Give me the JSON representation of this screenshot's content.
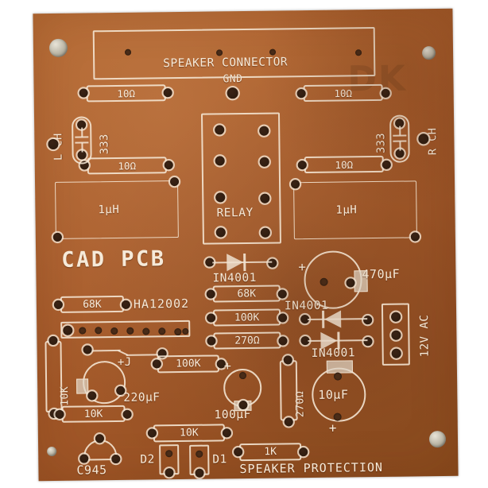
{
  "board": {
    "name": "speaker-protection-pcb",
    "substrate_color": "#a85c2b",
    "silkscreen_color": "#f6ead9",
    "pad_color": "#e6d4bd",
    "background_color": "#ffffff",
    "watermark": "DK"
  },
  "titles": {
    "brand": "CAD PCB",
    "function": "SPEAKER PROTECTION"
  },
  "connectors": [
    {
      "id": "speaker-connector",
      "label": "SPEAKER CONNECTOR",
      "pins": 4
    },
    {
      "id": "power-connector",
      "label": "12V AC",
      "pins": 3
    },
    {
      "id": "gnd-pad",
      "label": "GND",
      "pins": 1
    },
    {
      "id": "left-channel-pad",
      "label": "L CH",
      "pins": 1
    },
    {
      "id": "right-channel-pad",
      "label": "R CH",
      "pins": 1
    }
  ],
  "components": {
    "resistors": [
      {
        "ref": "r-10ohm-tl",
        "value": "10Ω"
      },
      {
        "ref": "r-10ohm-tr",
        "value": "10Ω"
      },
      {
        "ref": "r-10ohm-bl",
        "value": "10Ω"
      },
      {
        "ref": "r-10ohm-br",
        "value": "10Ω"
      },
      {
        "ref": "r-68k-left",
        "value": "68K"
      },
      {
        "ref": "r-68k-mid",
        "value": "68K"
      },
      {
        "ref": "r-100k-mid",
        "value": "100K"
      },
      {
        "ref": "r-270ohm-mid",
        "value": "270Ω"
      },
      {
        "ref": "r-100k-low",
        "value": "100K"
      },
      {
        "ref": "r-10k-vert",
        "value": "10K"
      },
      {
        "ref": "r-10k-low",
        "value": "10K"
      },
      {
        "ref": "r-10k-bottom",
        "value": "10K"
      },
      {
        "ref": "r-270ohm-vert",
        "value": "270Ω"
      },
      {
        "ref": "r-1k-bottom",
        "value": "1K"
      }
    ],
    "capacitors": [
      {
        "ref": "c-333-left",
        "value": "333"
      },
      {
        "ref": "c-333-right",
        "value": "333"
      },
      {
        "ref": "c-220uf",
        "value": "220µF",
        "polarity": "+"
      },
      {
        "ref": "c-100uf",
        "value": "100µF",
        "polarity": "+"
      },
      {
        "ref": "c-470uf",
        "value": "470µF",
        "polarity": "+"
      },
      {
        "ref": "c-10uf",
        "value": "10µF",
        "polarity": "+"
      }
    ],
    "inductors": [
      {
        "ref": "l-left",
        "value": "1µH"
      },
      {
        "ref": "l-right",
        "value": "1µH"
      }
    ],
    "diodes": [
      {
        "ref": "d-in4001-top",
        "value": "IN4001"
      },
      {
        "ref": "d-in4001-right1",
        "value": "IN4001"
      },
      {
        "ref": "d-in4001-right2",
        "value": "IN4001"
      },
      {
        "ref": "d-d2",
        "value": "D2"
      },
      {
        "ref": "d-d1",
        "value": "D1"
      }
    ],
    "transistors": [
      {
        "ref": "q-c945",
        "value": "C945"
      }
    ],
    "ics": [
      {
        "ref": "u-ha12002",
        "value": "HA12002",
        "pins": 9
      }
    ],
    "relays": [
      {
        "ref": "k-relay",
        "value": "RELAY",
        "pins": 8
      }
    ],
    "jumpers": [
      {
        "ref": "j-jumper",
        "value": "+J"
      }
    ]
  },
  "misc": {
    "plus_marks": [
      "+",
      "+",
      "+",
      "+"
    ]
  }
}
